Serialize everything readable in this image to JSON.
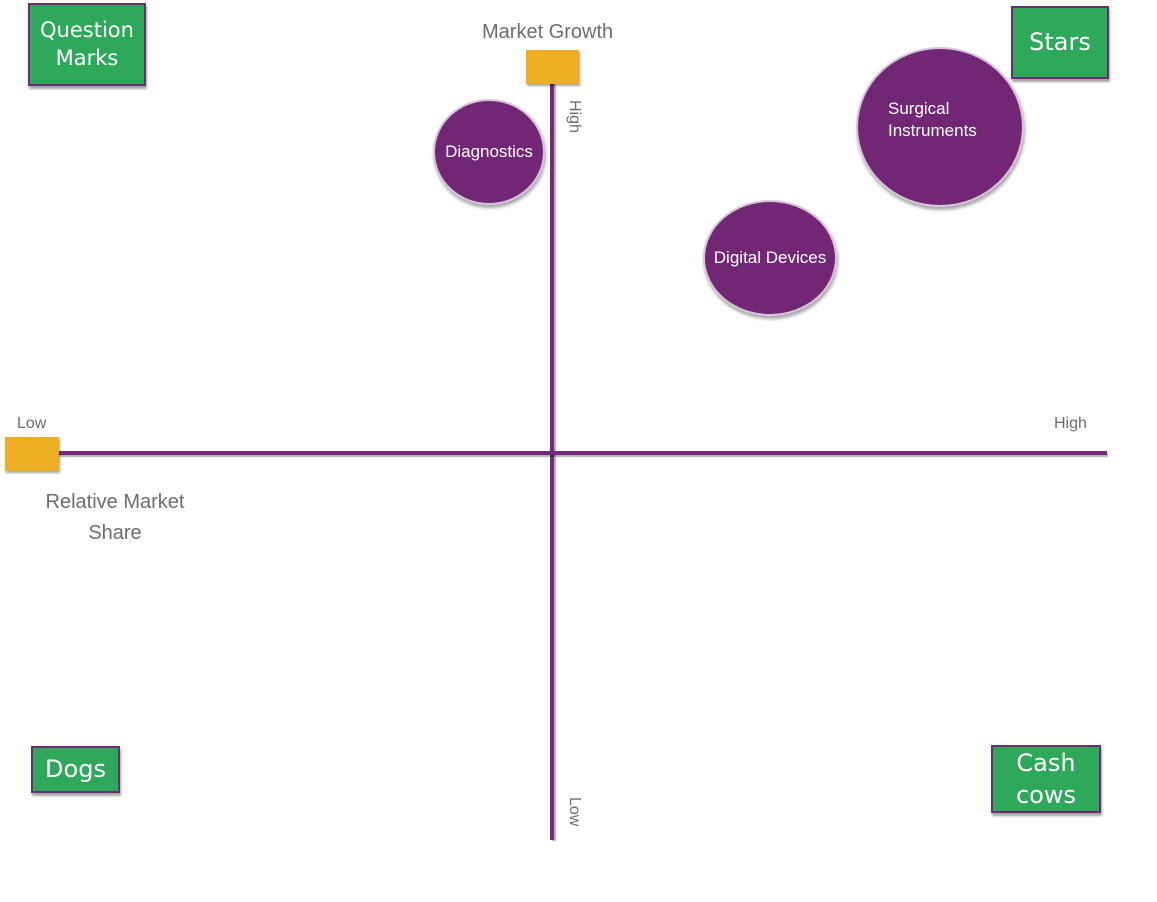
{
  "title": "BCG Matrix",
  "axes": {
    "vertical": {
      "title": "Market Growth",
      "high_label": "High",
      "low_label": "Low"
    },
    "horizontal": {
      "title": "Relative Market Share",
      "title_line1": "Relative Market",
      "title_line2": "Share",
      "low_label": "Low",
      "high_label": "High"
    }
  },
  "quadrants": {
    "top_left": {
      "line1": "Question",
      "line2": "Marks"
    },
    "top_right": {
      "line1": "Stars"
    },
    "bottom_left": {
      "line1": "Dogs"
    },
    "bottom_right": {
      "line1": "Cash",
      "line2": "cows"
    }
  },
  "products": [
    {
      "name": "Diagnostics",
      "quadrant": "Question Marks"
    },
    {
      "name": "Surgical Instruments",
      "line1": "Surgical",
      "line2": "Instruments",
      "quadrant": "Stars"
    },
    {
      "name": "Digital Devices",
      "quadrant": "Stars"
    }
  ],
  "colors": {
    "quadrant_fill": "#2ea85a",
    "bubble_fill": "#712773",
    "axis_line": "#742a7a",
    "handle": "#eeae23",
    "label_text": "#6d6d6d"
  }
}
